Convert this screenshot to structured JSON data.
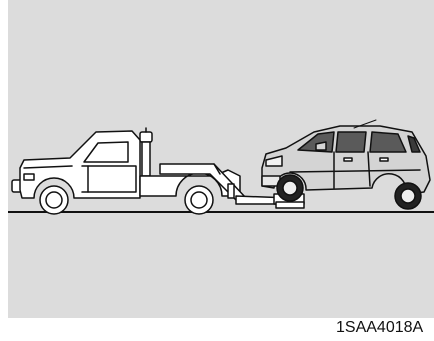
{
  "figure": {
    "code": "1SAA4018A"
  },
  "colors": {
    "panel_background": "#dcdcdc",
    "truck_fill": "#ffffff",
    "car_fill": "#d4d4d4",
    "outline": "#111111"
  },
  "icons": {
    "tow_truck": "tow-truck-illustration",
    "towed_car": "hatchback-car-illustration"
  }
}
